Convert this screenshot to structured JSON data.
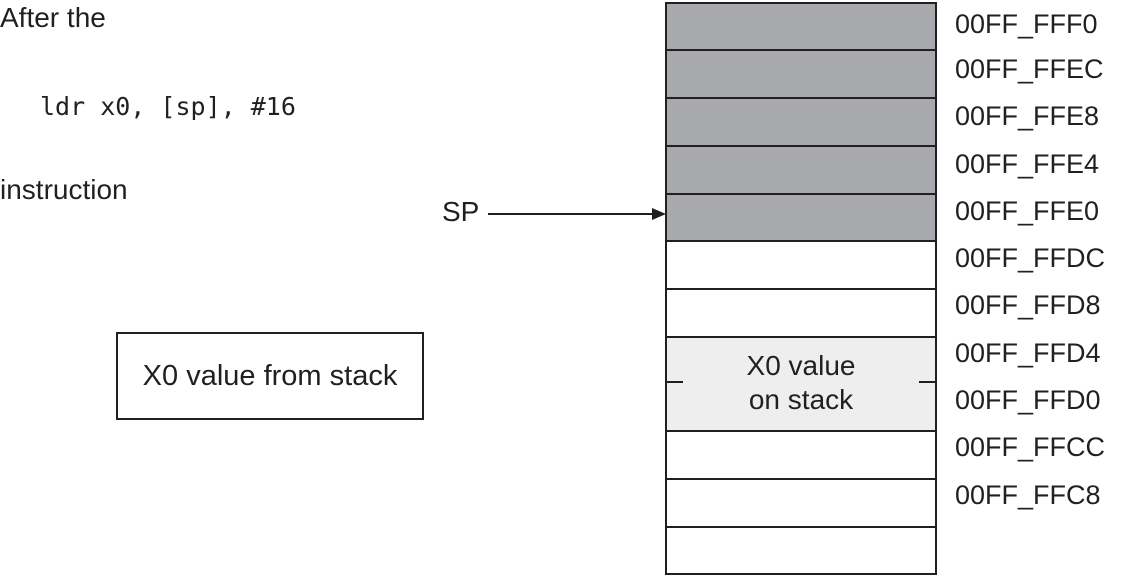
{
  "caption": {
    "line1": "After the",
    "code": "ldr x0, [sp], #16",
    "line3": "instruction"
  },
  "sp_label": "SP",
  "register_box": {
    "label": "X0 value from stack"
  },
  "stack": {
    "value_label_line1": "X0 value",
    "value_label_line2": "on stack",
    "addresses": [
      "00FF_FFF0",
      "00FF_FFEC",
      "00FF_FFE8",
      "00FF_FFE4",
      "00FF_FFE0",
      "00FF_FFDC",
      "00FF_FFD8",
      "00FF_FFD4",
      "00FF_FFD0",
      "00FF_FFCC",
      "00FF_FFC8"
    ],
    "colors": {
      "filled": "#a7a9ac",
      "value": "#eeeeee",
      "empty": "#ffffff",
      "stroke": "#231f20"
    }
  }
}
